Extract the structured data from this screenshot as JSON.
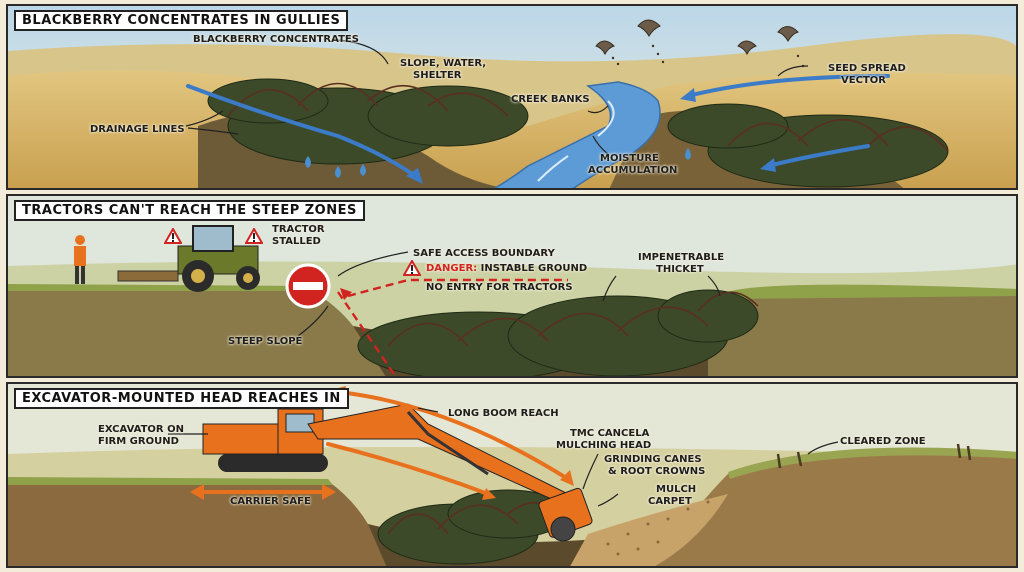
{
  "panels": [
    {
      "title": "BLACKBERRY CONCENTRATES IN GULLIES",
      "labels": {
        "blackberry_concentrates": "BLACKBERRY CONCENTRATES",
        "slope_water_shelter_1": "SLOPE, WATER,",
        "slope_water_shelter_2": "SHELTER",
        "creek_banks": "CREEK BANKS",
        "seed_spread_1": "SEED SPREAD",
        "seed_spread_2": "VECTOR",
        "drainage_lines": "DRAINAGE LINES",
        "moisture_1": "MOISTURE",
        "moisture_2": "ACCUMULATION"
      }
    },
    {
      "title": "TRACTORS CAN'T REACH THE STEEP ZONES",
      "labels": {
        "tractor_stalled_1": "TRACTOR",
        "tractor_stalled_2": "STALLED",
        "safe_access": "SAFE ACCESS BOUNDARY",
        "danger_word": "DANGER:",
        "danger_rest": " INSTABLE GROUND",
        "no_entry": "NO ENTRY FOR TRACTORS",
        "impenetrable_1": "IMPENETRABLE",
        "impenetrable_2": "THICKET",
        "steep_slope": "STEEP SLOPE"
      }
    },
    {
      "title": "EXCAVATOR-MOUNTED HEAD REACHES IN",
      "labels": {
        "excavator_1": "EXCAVATOR ON",
        "excavator_2": "FIRM GROUND",
        "long_boom": "LONG BOOM REACH",
        "tmc_1": "TMC CANCELA",
        "tmc_2": "MULCHING HEAD",
        "grinding_1": "GRINDING CANES",
        "grinding_2": "& ROOT CROWNS",
        "mulch_1": "MULCH",
        "mulch_2": "CARPET",
        "cleared": "CLEARED ZONE",
        "carrier_safe": "CARRIER SAFE"
      }
    }
  ],
  "icons": [
    "bird-icon",
    "warning-icon",
    "no-entry-icon",
    "water-drop-icon",
    "tractor-icon",
    "worker-icon",
    "excavator-icon",
    "mulching-head-icon"
  ],
  "colors": {
    "accent_orange": "#e8711e",
    "danger_red": "#d1231f",
    "water_blue": "#4a8fd0",
    "bramble_green": "#3c4a2a",
    "grass_gold": "#d9b865"
  }
}
